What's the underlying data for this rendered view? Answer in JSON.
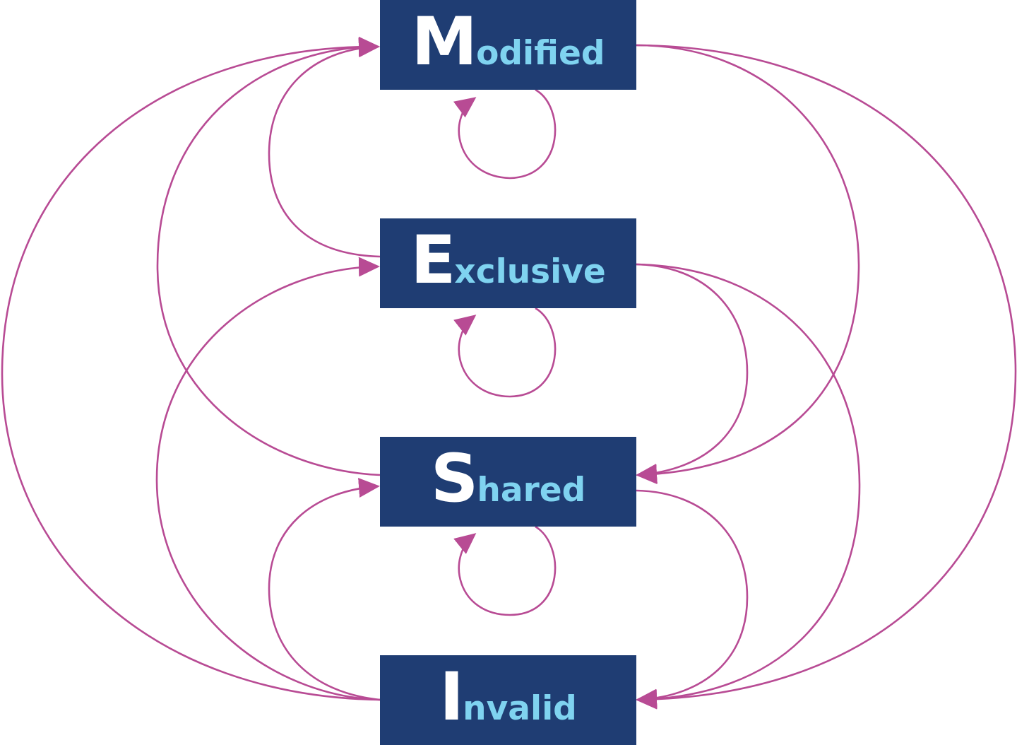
{
  "colors": {
    "box_fill": "#1f3d73",
    "initial_text": "#ffffff",
    "rest_text": "#7fd3f0",
    "arrow": "#b84b94"
  },
  "states": {
    "modified": {
      "initial": "M",
      "rest": "odified"
    },
    "exclusive": {
      "initial": "E",
      "rest": "xclusive"
    },
    "shared": {
      "initial": "S",
      "rest": "hared"
    },
    "invalid": {
      "initial": "I",
      "rest": "nvalid"
    }
  },
  "transitions": [
    {
      "from": "M",
      "to": "M"
    },
    {
      "from": "M",
      "to": "S"
    },
    {
      "from": "M",
      "to": "I"
    },
    {
      "from": "E",
      "to": "M"
    },
    {
      "from": "E",
      "to": "E"
    },
    {
      "from": "E",
      "to": "S"
    },
    {
      "from": "E",
      "to": "I"
    },
    {
      "from": "S",
      "to": "M"
    },
    {
      "from": "S",
      "to": "S"
    },
    {
      "from": "S",
      "to": "I"
    },
    {
      "from": "I",
      "to": "M"
    },
    {
      "from": "I",
      "to": "E"
    },
    {
      "from": "I",
      "to": "S"
    }
  ]
}
